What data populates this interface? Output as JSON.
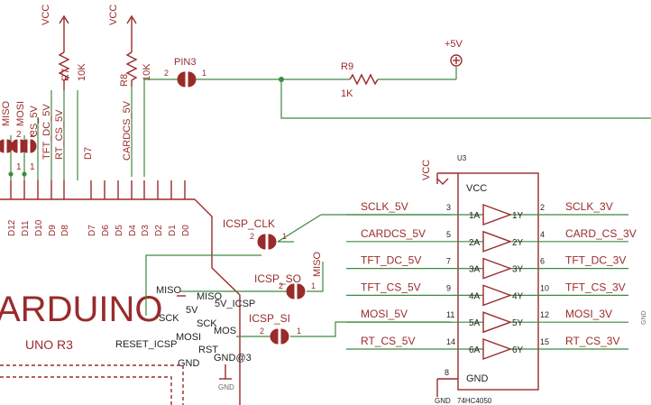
{
  "labels": {
    "vcc": "VCC",
    "r7": "R7",
    "r7_val": "10K",
    "r8": "R8",
    "r8_val": "10K",
    "pin3": "PIN3",
    "pin3_p2": "2",
    "pin3_p1": "1",
    "r9": "R9",
    "r9_val": "1K",
    "plus5v": "+5V",
    "miso": "MISO",
    "mosi": "MOSI",
    "cs_5v": "CS_5V",
    "tft_dc_5v": "TFT_DC_5V",
    "rt_cs_5v": "RT_CS_5V",
    "cardcs_5v": "CARDCS_5V",
    "d7": "D7",
    "j2": "2",
    "j1": "1",
    "arduino_title": "ARDUINO",
    "arduino_sub": "UNO R3",
    "reset_icsp": "RESET_ICSP",
    "gnd": "GND",
    "five_v": "5V",
    "five_v_icsp": "5V_ICSP",
    "rst": "RST",
    "sck": "SCK",
    "gnd3": "GND@3",
    "icsp_clk": "ICSP_CLK",
    "icsp_so": "ICSP_SO",
    "icsp_si": "ICSP_SI",
    "one": "1",
    "two": "2",
    "mos": "MOS",
    "u3": "U3",
    "chip_vcc": "VCC",
    "chip_gnd": "GND",
    "chip_part": "74HC4050",
    "gnd_right": "GND",
    "pin8": "8"
  },
  "header_pins": [
    "D12",
    "D11",
    "D10",
    "D9",
    "D8",
    "D7",
    "D6",
    "D5",
    "D4",
    "D3",
    "D2",
    "D1",
    "D0"
  ],
  "buffer_channels": [
    {
      "in_net": "SCLK_5V",
      "in_pin": "3",
      "in_lbl": "1A",
      "out_lbl": "1Y",
      "out_pin": "2",
      "out_net": "SCLK_3V"
    },
    {
      "in_net": "CARDCS_5V",
      "in_pin": "5",
      "in_lbl": "2A",
      "out_lbl": "2Y",
      "out_pin": "4",
      "out_net": "CARD_CS_3V"
    },
    {
      "in_net": "TFT_DC_5V",
      "in_pin": "7",
      "in_lbl": "3A",
      "out_lbl": "3Y",
      "out_pin": "6",
      "out_net": "TFT_DC_3V"
    },
    {
      "in_net": "TFT_CS_5V",
      "in_pin": "9",
      "in_lbl": "4A",
      "out_lbl": "4Y",
      "out_pin": "10",
      "out_net": "TFT_CS_3V"
    },
    {
      "in_net": "MOSI_5V",
      "in_pin": "11",
      "in_lbl": "5A",
      "out_lbl": "5Y",
      "out_pin": "12",
      "out_net": "MOSI_3V"
    },
    {
      "in_net": "RT_CS_5V",
      "in_pin": "14",
      "in_lbl": "6A",
      "out_lbl": "6Y",
      "out_pin": "15",
      "out_net": "RT_CS_3V"
    }
  ]
}
